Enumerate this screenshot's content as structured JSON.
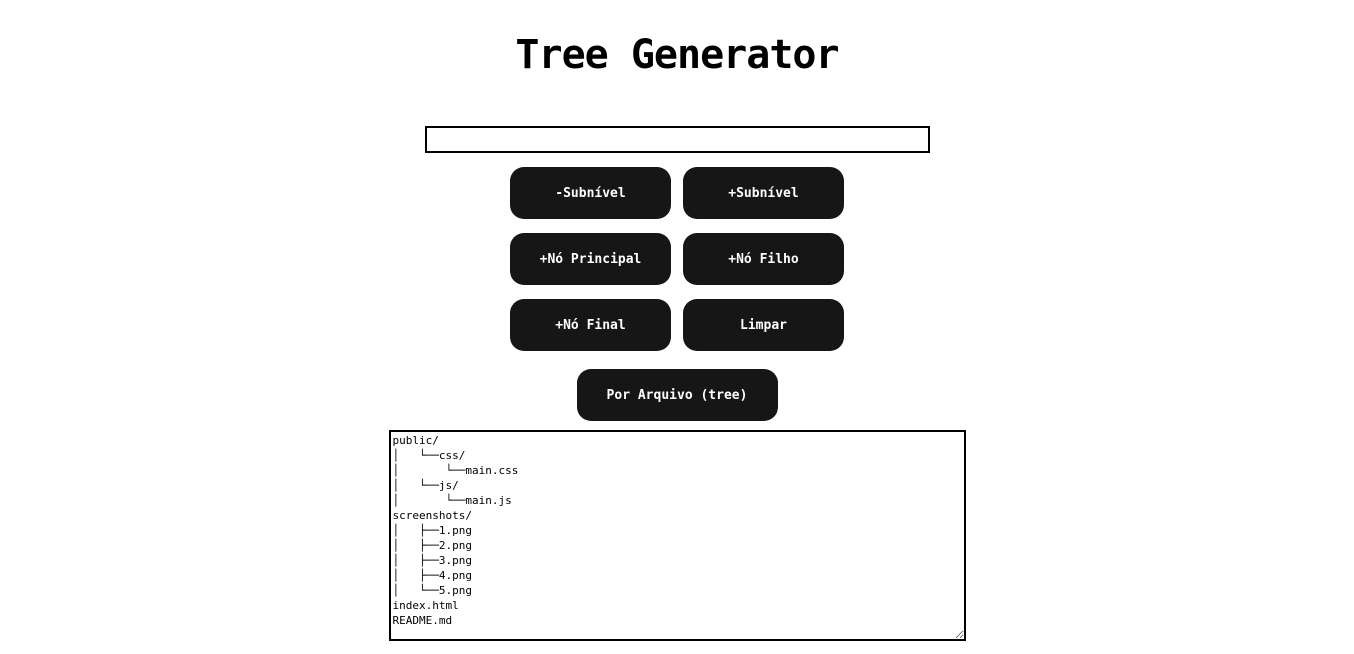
{
  "page": {
    "title": "Tree Generator"
  },
  "input": {
    "value": ""
  },
  "buttons": {
    "sub_minus": "-Subnível",
    "sub_plus": "+Subnível",
    "node_main": "+Nó Principal",
    "node_child": "+Nó Filho",
    "node_final": "+Nó Final",
    "clear": "Limpar",
    "by_file": "Por Arquivo (tree)"
  },
  "output": {
    "tree_text": "public/\n│   └──css/\n│       └──main.css\n│   └──js/\n│       └──main.js\nscreenshots/\n│   ├──1.png\n│   ├──2.png\n│   ├──3.png\n│   ├──4.png\n│   └──5.png\nindex.html\nREADME.md"
  },
  "colors": {
    "button_bg": "#161616",
    "button_text": "#ffffff",
    "border": "#000000",
    "page_bg": "#ffffff"
  }
}
